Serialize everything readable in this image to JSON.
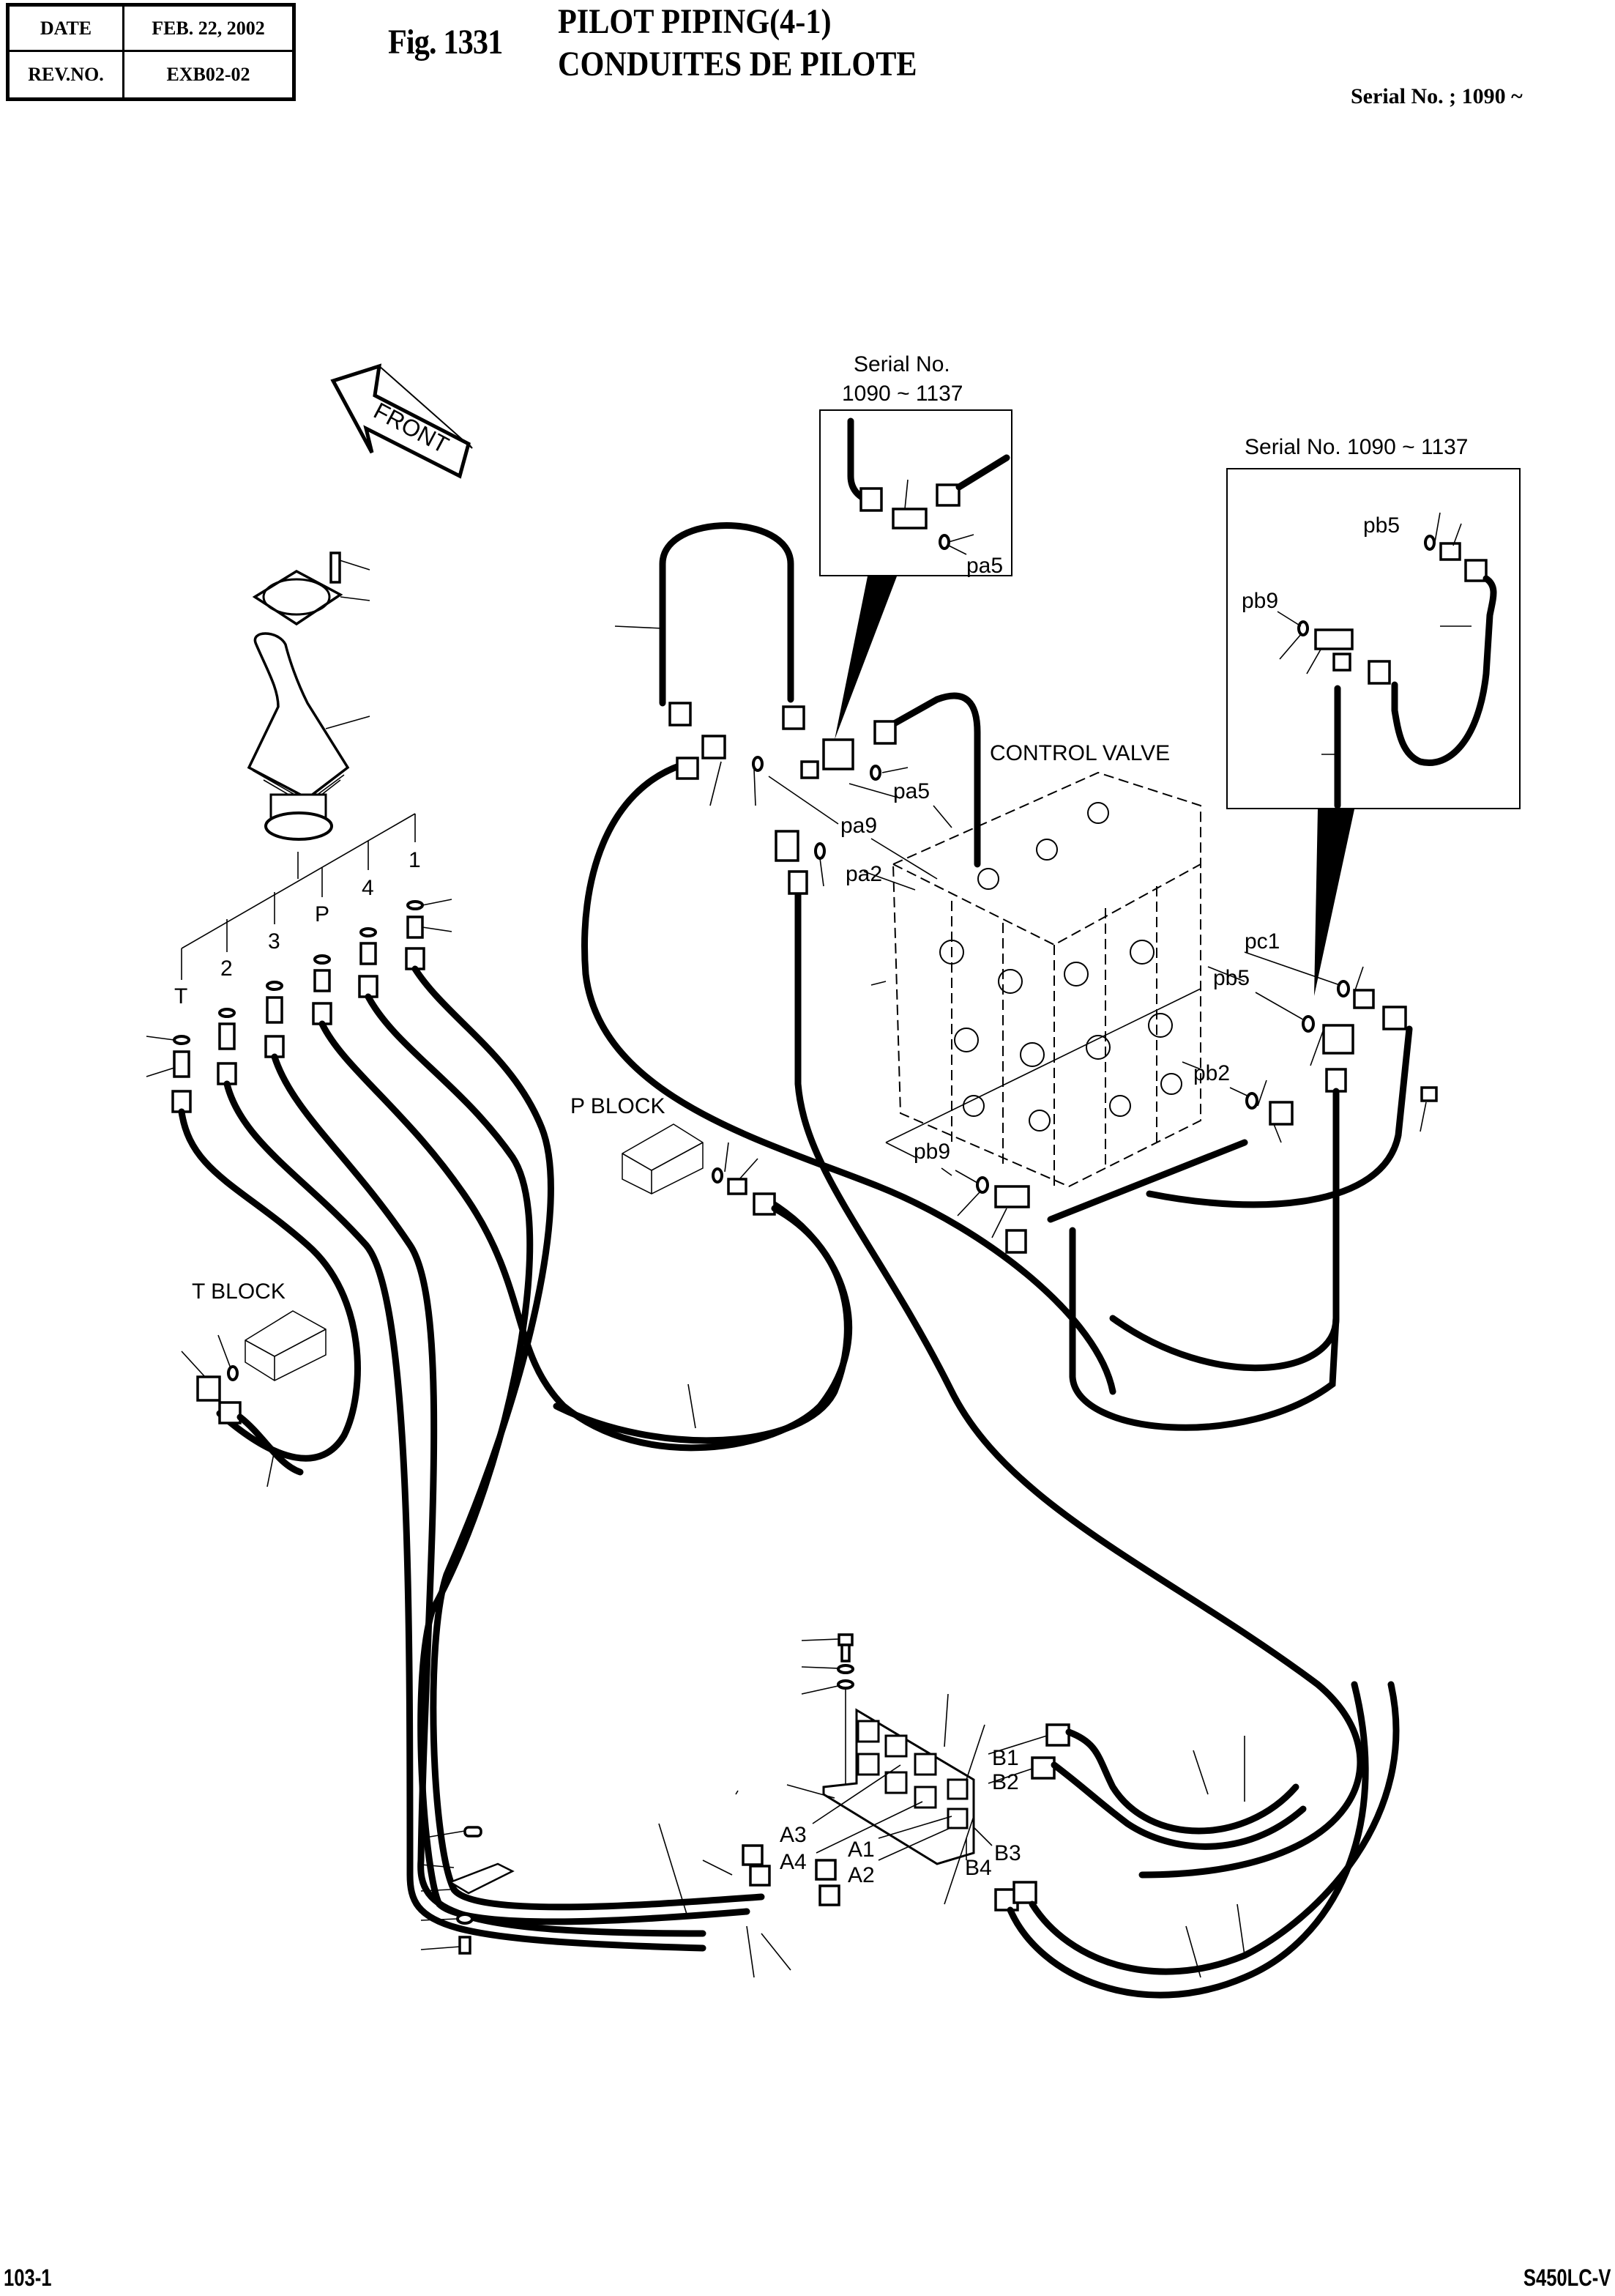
{
  "header": {
    "date_label": "DATE",
    "date_value": "FEB. 22, 2002",
    "rev_label": "REV.NO.",
    "rev_value": "EXB02-02",
    "figure_number": "Fig. 1331",
    "title_en": "PILOT PIPING(4-1)",
    "title_fr": "CONDUITES DE PILOTE",
    "serial_range": "Serial No. ; 1090 ~"
  },
  "footer": {
    "page_number": "103-1",
    "model": "S450LC-V"
  },
  "diagram": {
    "direction_arrow": "FRONT",
    "inset_top": {
      "caption_line1": "Serial No.",
      "caption_line2": "1090 ~ 1137",
      "port_label": "pa5"
    },
    "inset_right": {
      "caption": "Serial No. 1090 ~ 1137",
      "port_labels": [
        "pb5",
        "pb9"
      ]
    },
    "components": {
      "control_valve": "CONTROL VALVE",
      "p_block": "P BLOCK",
      "t_block": "T BLOCK"
    },
    "joystick_ports": [
      "T",
      "2",
      "3",
      "P",
      "4",
      "1"
    ],
    "control_valve_ports": [
      "pa5",
      "pa9",
      "pa2",
      "pc1",
      "pb5",
      "pb2",
      "pb9"
    ],
    "manifold_ports": [
      "A3",
      "A4",
      "A1",
      "A2",
      "B1",
      "B2",
      "B3",
      "B4"
    ]
  }
}
